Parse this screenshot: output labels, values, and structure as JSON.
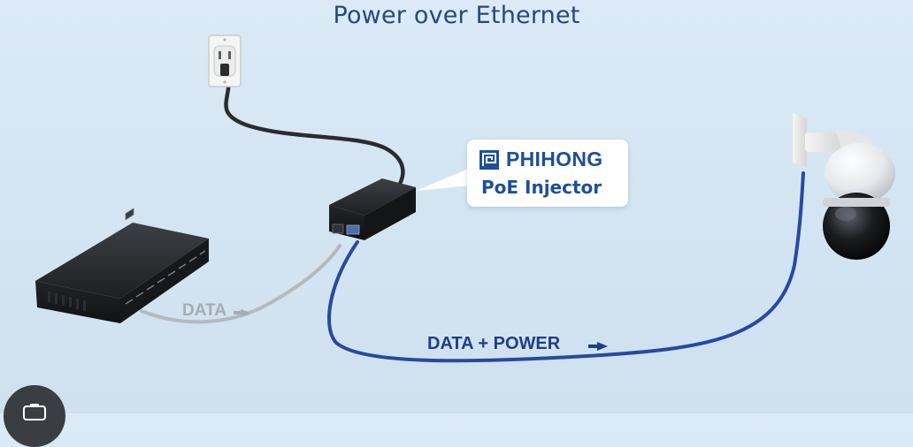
{
  "title": "Power over Ethernet",
  "callout": {
    "brand": "PHIHONG",
    "product": "PoE Injector",
    "brand_color": "#1f4e9a"
  },
  "links": {
    "data_label": "DATA",
    "data_power_label": "DATA + POWER",
    "data_color": "#b5b9be",
    "data_power_color": "#274a9e"
  },
  "icons": [
    "wall-outlet-icon",
    "network-switch-icon",
    "poe-injector-icon",
    "ip-camera-icon",
    "camera-icon"
  ]
}
